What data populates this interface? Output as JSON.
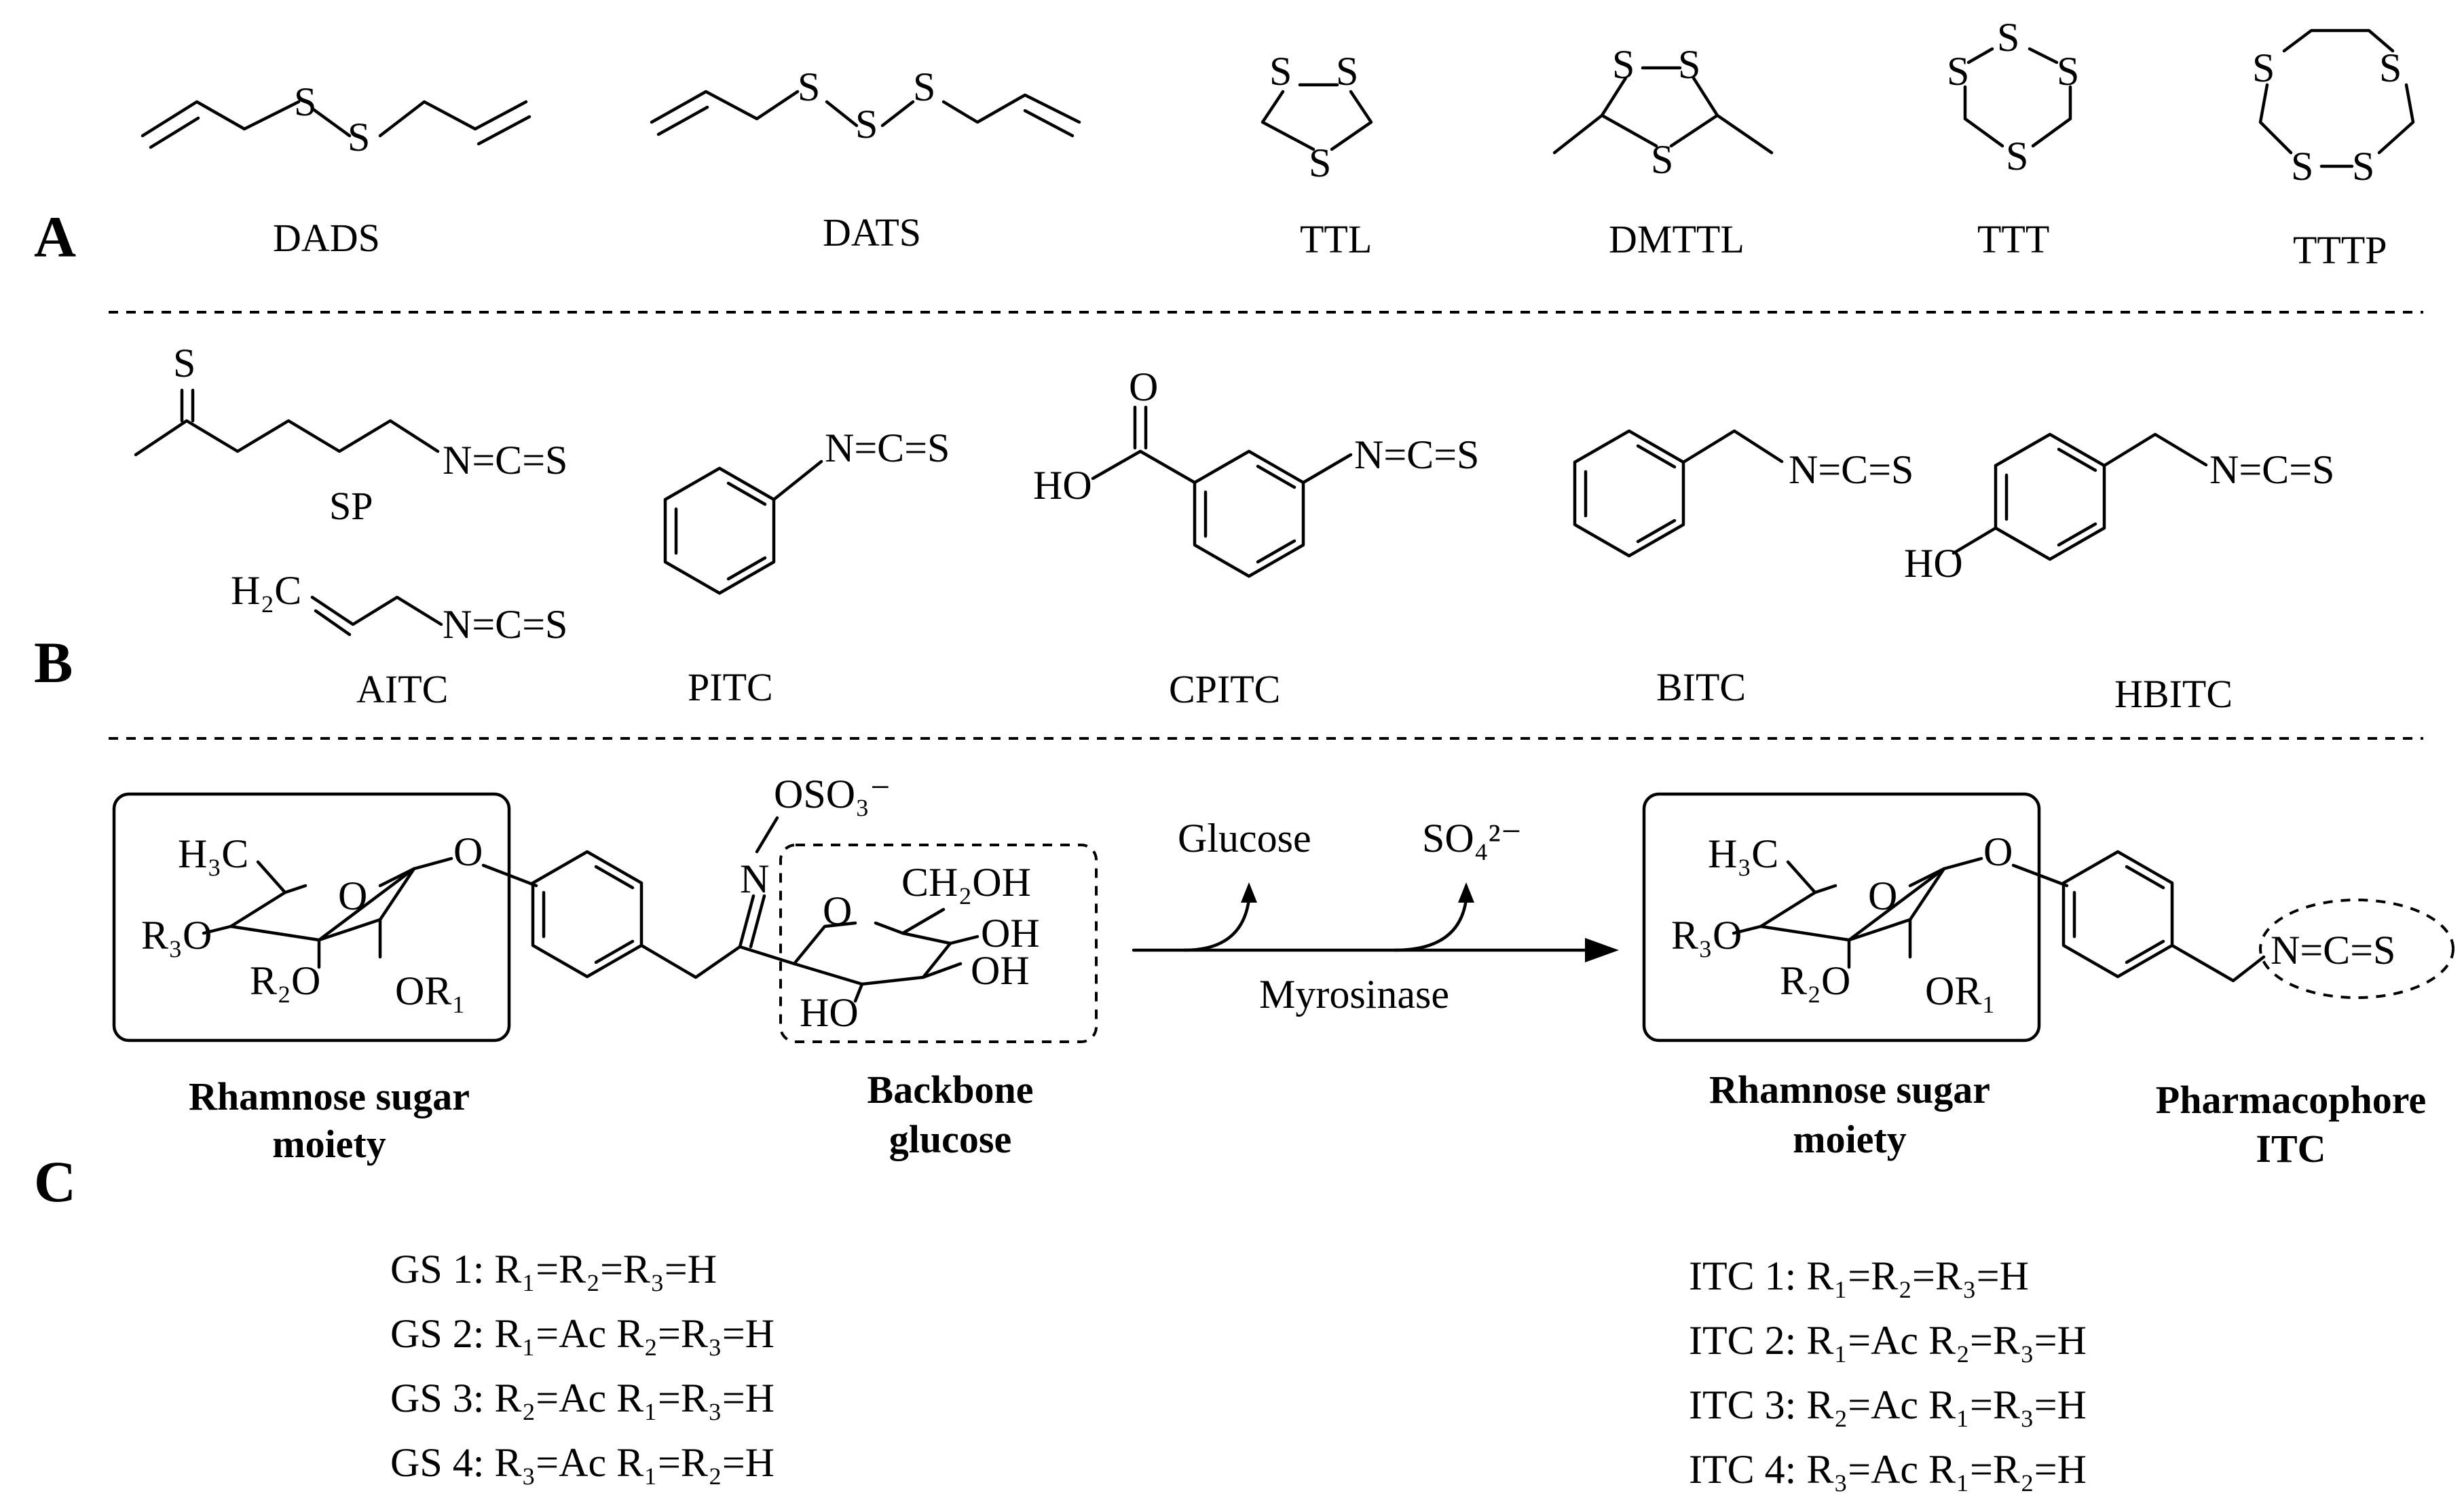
{
  "panels": {
    "a": "A",
    "b": "B",
    "c": "C"
  },
  "panel_a": {
    "compounds": [
      {
        "name": "DADS"
      },
      {
        "name": "DATS"
      },
      {
        "name": "TTL"
      },
      {
        "name": "DMTTL"
      },
      {
        "name": "TTT"
      },
      {
        "name": "TTTP"
      }
    ]
  },
  "panel_b": {
    "compounds": [
      {
        "name": "SP"
      },
      {
        "name": "AITC"
      },
      {
        "name": "PITC"
      },
      {
        "name": "CPITC"
      },
      {
        "name": "BITC"
      },
      {
        "name": "HBITC"
      }
    ],
    "groups": {
      "ncs": "N=C=S",
      "h2c": "H₂C",
      "ho": "HO",
      "thione": "S",
      "carbonyl_o": "O"
    }
  },
  "panel_c": {
    "atoms": {
      "h3c": "H₃C",
      "r3o": "R₃O",
      "r2o": "R₂O",
      "or1": "OR₁",
      "ring_o": "O",
      "link_o": "O",
      "n": "N",
      "oso3": "OSO₃⁻",
      "ch2oh": "CH₂OH",
      "oh": "OH",
      "ho": "HO",
      "ncs": "N=C=S"
    },
    "reaction": {
      "byproduct_1": "Glucose",
      "byproduct_2": "SO₄²⁻",
      "enzyme": "Myrosinase"
    },
    "labels": {
      "rhamnose_left_1": "Rhamnose sugar",
      "rhamnose_left_2": "moiety",
      "backbone_1": "Backbone",
      "backbone_2": "glucose",
      "rhamnose_right_1": "Rhamnose sugar",
      "rhamnose_right_2": "moiety",
      "pharmacophore_1": "Pharmacophore",
      "pharmacophore_2": "ITC"
    },
    "gs_list": [
      "GS 1: R₁=R₂=R₃=H",
      "GS 2: R₁=Ac  R₂=R₃=H",
      "GS 3: R₂=Ac  R₁=R₃=H",
      "GS 4: R₃=Ac  R₁=R₂=H"
    ],
    "itc_list": [
      "ITC 1: R₁=R₂=R₃=H",
      "ITC 2: R₁=Ac  R₂=R₃=H",
      "ITC 3: R₂=Ac  R₁=R₃=H",
      "ITC 4: R₃=Ac  R₁=R₂=H"
    ]
  }
}
